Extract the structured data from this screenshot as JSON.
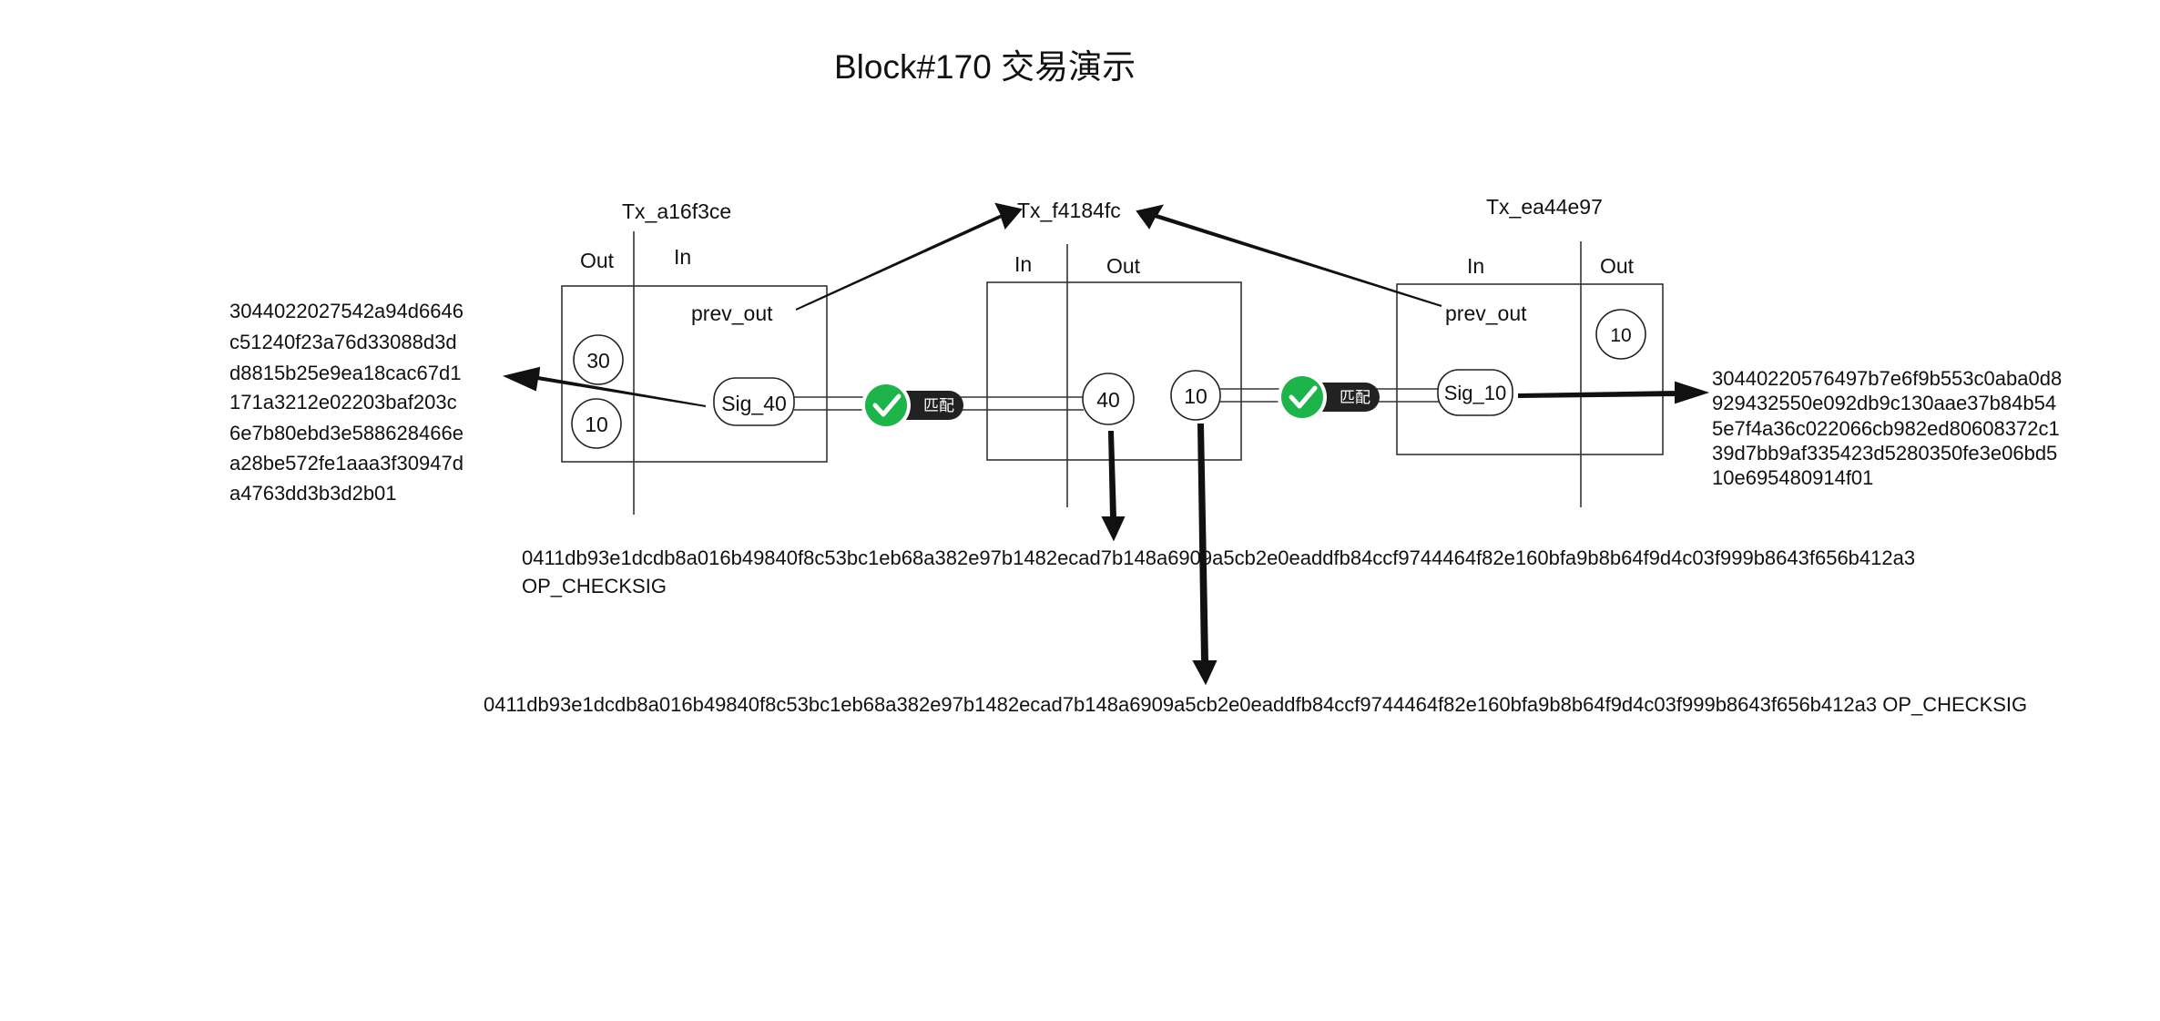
{
  "title": "Block#170 交易演示",
  "tx_left": {
    "name": "Tx_a16f3ce",
    "out_label": "Out",
    "in_label": "In",
    "prev_out": "prev_out",
    "outputs": [
      "30",
      "10"
    ],
    "sig": "Sig_40",
    "sig_hex_lines": [
      "3044022027542a94d6646",
      "c51240f23a76d33088d3d",
      "d8815b25e9ea18cac67d1",
      "171a3212e02203baf203c",
      "6e7b80ebd3e588628466e",
      "a28be572fe1aaa3f30947d",
      "a4763dd3b3d2b01"
    ]
  },
  "tx_mid": {
    "name": "Tx_f4184fc",
    "in_label": "In",
    "out_label": "Out",
    "outputs": [
      "40",
      "10"
    ]
  },
  "tx_right": {
    "name": "Tx_ea44e97",
    "in_label": "In",
    "out_label": "Out",
    "prev_out": "prev_out",
    "output": "10",
    "sig": "Sig_10",
    "sig_hex_lines": [
      "30440220576497b7e6f9b553c0aba0d8",
      "929432550e092db9c130aae37b84b54",
      "5e7f4a36c022066cb982ed80608372c1",
      "39d7bb9af335423d5280350fe3e06bd5",
      "10e695480914f01"
    ]
  },
  "match_badge": "匹配",
  "pubkey_40_lines": [
    "0411db93e1dcdb8a016b49840f8c53bc1eb68a382e97b1482ecad7b148a6909a5cb2e0eaddfb84ccf9744464f82e160bfa9b8b64f9d4c03f999b8643f656b412a3",
    "OP_CHECKSIG"
  ],
  "pubkey_10": "0411db93e1dcdb8a016b49840f8c53bc1eb68a382e97b1482ecad7b148a6909a5cb2e0eaddfb84ccf9744464f82e160bfa9b8b64f9d4c03f999b8643f656b412a3 OP_CHECKSIG",
  "colors": {
    "badge_green": "#1db44a",
    "badge_dark": "#222222",
    "line": "#111111"
  }
}
